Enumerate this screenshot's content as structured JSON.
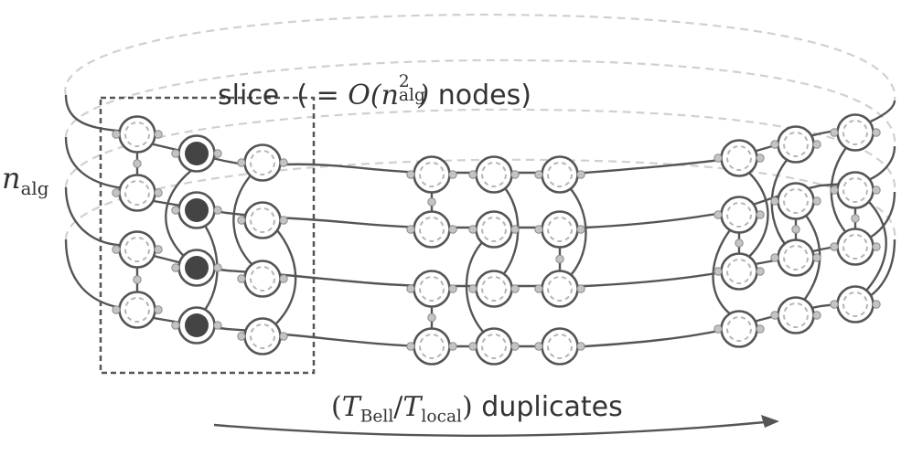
{
  "labels": {
    "slice_word": "slice",
    "slice_open": "( = ",
    "slice_O": "O(",
    "slice_n": "n",
    "slice_sup": "2",
    "slice_sub": "alg",
    "slice_close": ")",
    "slice_nodes": " nodes)",
    "nalg_n": "n",
    "nalg_sub": "alg",
    "dup_open": "(",
    "dup_T1": "T",
    "dup_T1_sub": "Bell",
    "dup_slash": "/",
    "dup_T2": "T",
    "dup_T2_sub": "local",
    "dup_close": ")",
    "dup_word": " duplicates"
  },
  "colors": {
    "line": "#555555",
    "node_stroke": "#555555",
    "inner_dash": "#b5b5b5",
    "filled_node": "#444444",
    "small_dot": "#c4c4c4",
    "loop_dash": "#d0d0d0",
    "text": "#333333"
  },
  "diagram": {
    "slice_node_count_label": "n_alg^2",
    "slice_filled_nodes": 4,
    "duplicates_arrow": "right-arrow"
  }
}
